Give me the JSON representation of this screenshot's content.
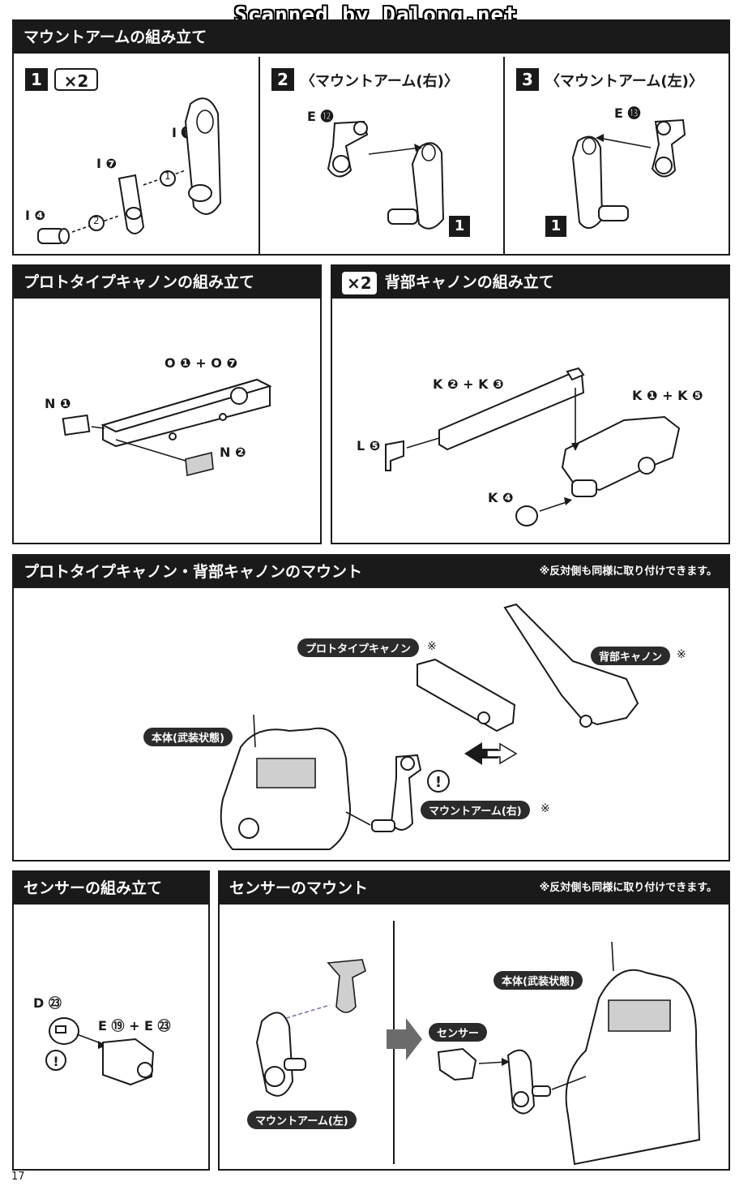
{
  "scan_banner": "Scanned by Dalong.net",
  "page_number": "17",
  "mount_arm": {
    "title": "マウントアームの組み立て",
    "step1": {
      "num": "1",
      "x2": "×2",
      "parts": {
        "i11": "I ⓫",
        "i7": "I ❼",
        "i4": "I ❹",
        "c1": "1",
        "c2": "2"
      }
    },
    "step2": {
      "num": "2",
      "title": "〈マウントアーム(右)〉",
      "part": "E ⓬",
      "ref": "1"
    },
    "step3": {
      "num": "3",
      "title": "〈マウントアーム(左)〉",
      "part": "E ⓭",
      "ref": "1"
    }
  },
  "proto_cannon": {
    "title": "プロトタイプキャノンの組み立て",
    "parts": {
      "o": "O ❶ + O ❼",
      "n1": "N ❶",
      "n2": "N ❷"
    }
  },
  "back_cannon": {
    "x2": "×2",
    "title": "背部キャノンの組み立て",
    "parts": {
      "k23": "K ❷ + K ❸",
      "k15": "K ❶ + K ❺",
      "l5": "L ❺",
      "k4": "K ❹"
    }
  },
  "cannon_mount": {
    "title": "プロトタイプキャノン・背部キャノンのマウント",
    "note": "※反対側も同様に取り付けできます。",
    "labels": {
      "proto": "プロトタイプキャノン",
      "back": "背部キャノン",
      "body": "本体(武装状態)",
      "arm_right": "マウントアーム(右)",
      "star": "※"
    }
  },
  "sensor_assembly": {
    "title": "センサーの組み立て",
    "parts": {
      "d23": "D ㉓",
      "e": "E ⑲ + E ㉓"
    }
  },
  "sensor_mount": {
    "title": "センサーのマウント",
    "note": "※反対側も同様に取り付けできます。",
    "labels": {
      "arm_left": "マウントアーム(左)",
      "body": "本体(武装状態)",
      "sensor": "センサー"
    }
  }
}
